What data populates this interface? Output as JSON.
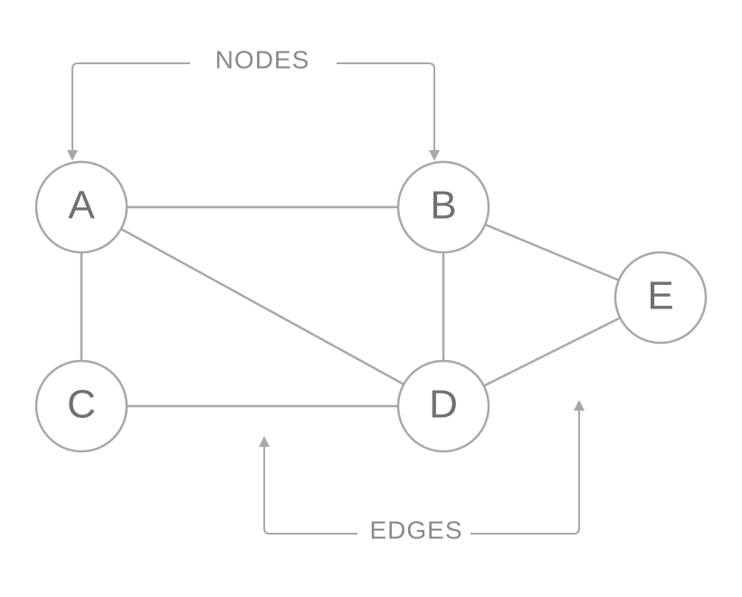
{
  "nodes": [
    {
      "id": "A",
      "label": "A"
    },
    {
      "id": "B",
      "label": "B"
    },
    {
      "id": "C",
      "label": "C"
    },
    {
      "id": "D",
      "label": "D"
    },
    {
      "id": "E",
      "label": "E"
    }
  ],
  "edges": [
    {
      "from": "A",
      "to": "B"
    },
    {
      "from": "A",
      "to": "C"
    },
    {
      "from": "A",
      "to": "D"
    },
    {
      "from": "B",
      "to": "D"
    },
    {
      "from": "B",
      "to": "E"
    },
    {
      "from": "C",
      "to": "D"
    },
    {
      "from": "D",
      "to": "E"
    }
  ],
  "callouts": {
    "nodes_label": "NODES",
    "edges_label": "EDGES"
  },
  "colors": {
    "stroke": "#a8a8a8",
    "text": "#707070",
    "background": "#ffffff"
  }
}
